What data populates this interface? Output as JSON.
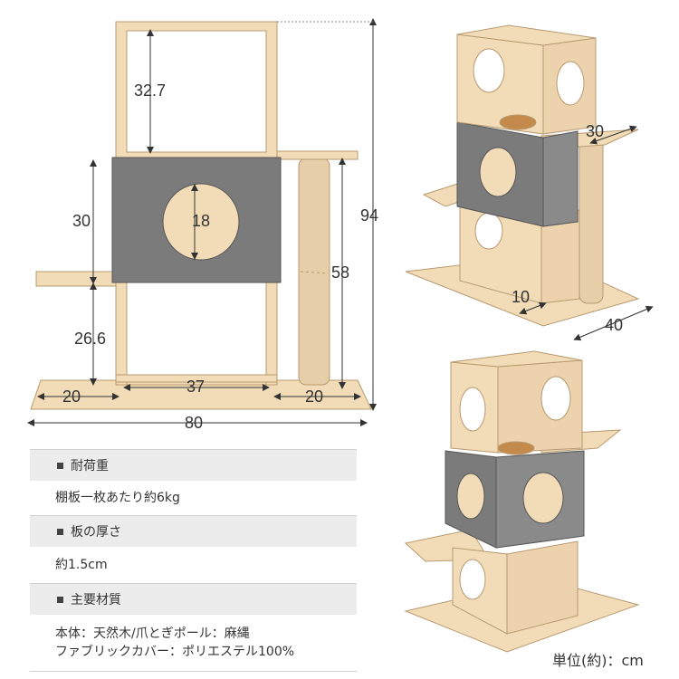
{
  "dimensions": {
    "top_box_height": "32.7",
    "middle_box_height": "30",
    "hole_diameter": "18",
    "lower_height": "26.6",
    "inner_width": "37",
    "left_base": "20",
    "right_base": "20",
    "total_width": "80",
    "post_height": "58",
    "total_height": "94",
    "shelf_depth": "30",
    "post_offset": "10",
    "base_depth": "40"
  },
  "specs": [
    {
      "label": "耐荷重",
      "value": [
        "棚板一枚あたり約6kg"
      ]
    },
    {
      "label": "板の厚さ",
      "value": [
        "約1.5cm"
      ]
    },
    {
      "label": "主要材質",
      "value": [
        "本体：天然木/爪とぎポール：麻縄",
        "ファブリックカバー：ポリエステル100%"
      ]
    }
  ],
  "unit_note": "単位(約)：cm",
  "colors": {
    "wood": "#f2dcb8",
    "wood_edge": "#b89a70",
    "fabric": "#7b7b7b",
    "sisal": "#e6cfa8"
  }
}
